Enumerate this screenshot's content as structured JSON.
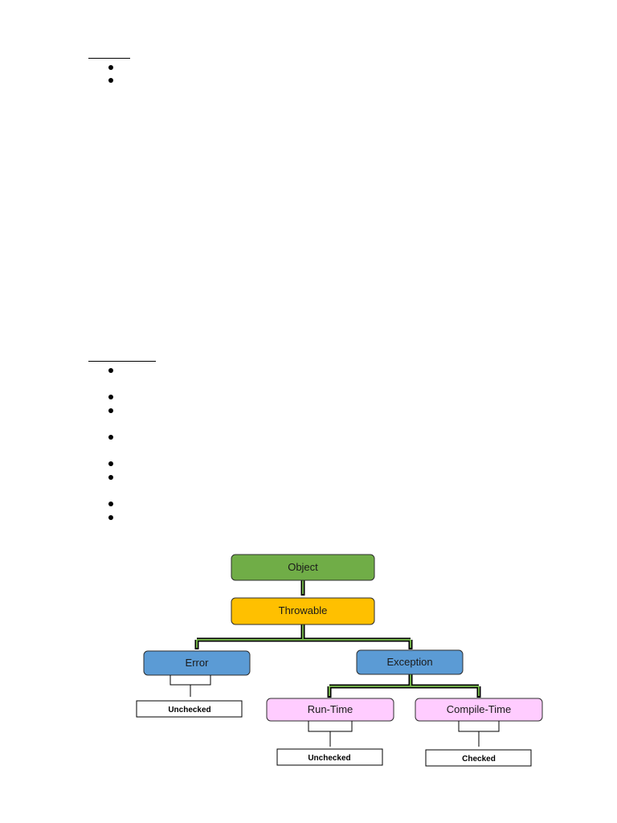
{
  "hierarchy": {
    "root": "Object",
    "level1": "Throwable",
    "error": "Error",
    "exception": "Exception",
    "runtime": "Run-Time",
    "compiletime": "Compile-Time",
    "error_type": "Unchecked",
    "runtime_type": "Unchecked",
    "compiletime_type": "Checked"
  },
  "colors": {
    "object_fill": "#70AD47",
    "throwable_fill": "#FFC000",
    "error_fill": "#5B9BD5",
    "exception_fill": "#5B9BD5",
    "runtime_fill": "#FFCCFF",
    "compiletime_fill": "#FFCCFF",
    "connector_green": "#70AD47"
  }
}
